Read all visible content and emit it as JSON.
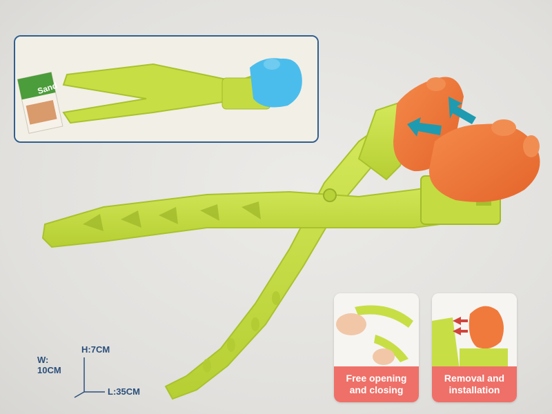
{
  "inset": {
    "package_label": "Sand"
  },
  "dimensions": {
    "height": "H:7CM",
    "width": "W:\n10CM",
    "length": "L:35CM"
  },
  "features": [
    {
      "caption": "Free opening\nand closing",
      "icon": "hand-squeeze-image"
    },
    {
      "caption": "Removal and\ninstallation",
      "icon": "mold-removal-image"
    }
  ],
  "colors": {
    "tool": "#c6de45",
    "mold_main": "#f07a3c",
    "mold_inset": "#45b8ea",
    "caption_bg": "#ee7068",
    "dim_text": "#2b4f7a"
  }
}
